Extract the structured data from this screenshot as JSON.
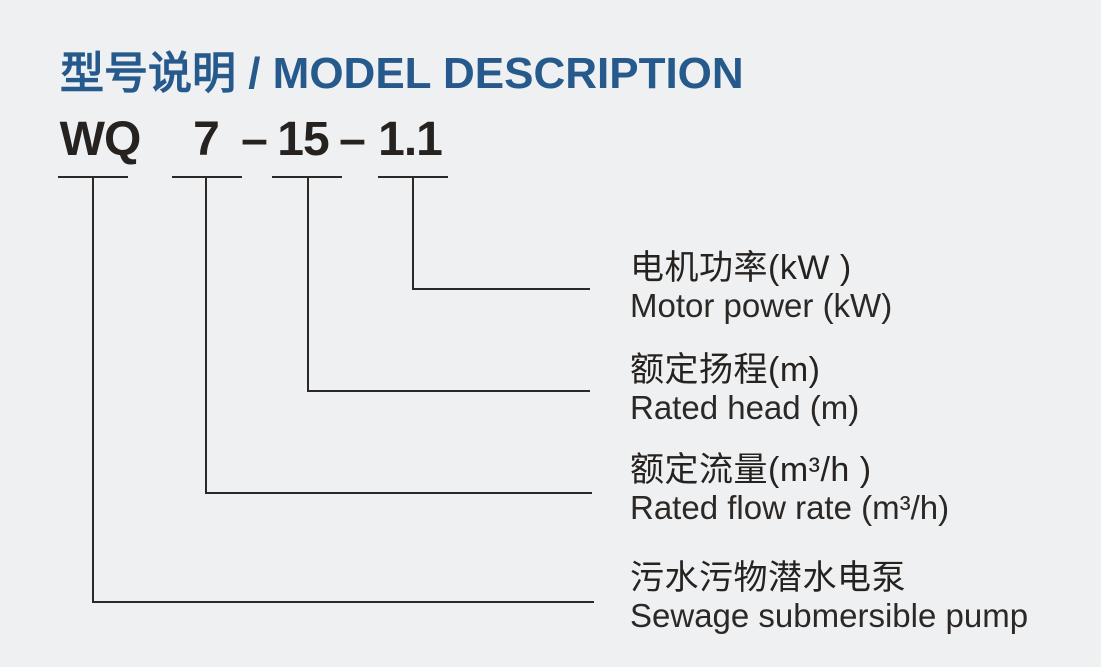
{
  "title": "型号说明 / MODEL DESCRIPTION",
  "model_code": {
    "full": "WQ 7–15–1.1",
    "segments": [
      {
        "text": "WQ"
      },
      {
        "text": "7"
      },
      {
        "text": "–"
      },
      {
        "text": "15"
      },
      {
        "text": "–"
      },
      {
        "text": "1.1"
      }
    ]
  },
  "labels": [
    {
      "code_segment": "1.1",
      "zh": "电机功率(kW )",
      "en": "Motor power (kW)"
    },
    {
      "code_segment": "15",
      "zh": "额定扬程(m)",
      "en": "Rated head (m)"
    },
    {
      "code_segment": "7",
      "zh": "额定流量(m³/h )",
      "en": "Rated flow rate (m³/h)"
    },
    {
      "code_segment": "WQ",
      "zh": "污水污物潜水电泵",
      "en": "Sewage submersible pump"
    }
  ],
  "colors": {
    "background": "#eef0f1",
    "title_blue": "#26598c",
    "text_black": "#262220",
    "line": "#2b2826"
  }
}
